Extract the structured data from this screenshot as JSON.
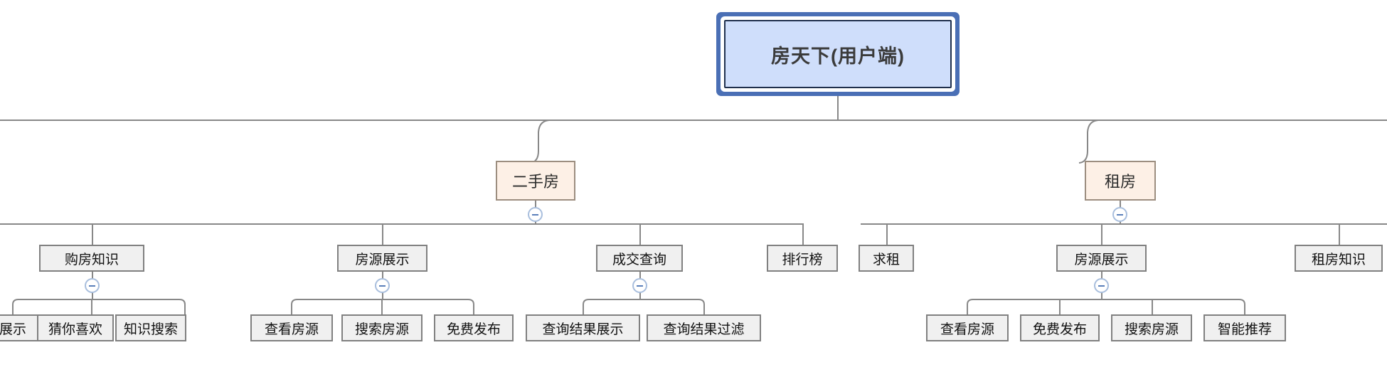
{
  "diagram": {
    "type": "mindmap-tree",
    "title": "房天下(用户端)",
    "colors": {
      "root_fill": "#cfdefb",
      "root_outer_border": "#4a6fb5",
      "level2_fill": "#fdf0e6",
      "level2_border": "#9c8e80",
      "node_fill": "#f0f0f0",
      "node_border": "#808080",
      "connector": "#888888",
      "collapse_border": "#a8bedd",
      "collapse_minus": "#5a7fba"
    },
    "root": {
      "label": "房天下(用户端)"
    },
    "level2": [
      {
        "label": "二手房",
        "collapse_icon": "minus-circle-icon"
      },
      {
        "label": "租房",
        "collapse_icon": "minus-circle-icon"
      }
    ],
    "level3": [
      {
        "label": "购房知识",
        "collapse_icon": "minus-circle-icon",
        "has_collapse": true
      },
      {
        "label": "房源展示",
        "collapse_icon": "minus-circle-icon",
        "has_collapse": true
      },
      {
        "label": "成交查询",
        "collapse_icon": "minus-circle-icon",
        "has_collapse": true
      },
      {
        "label": "排行榜",
        "has_collapse": false
      },
      {
        "label": "求租",
        "has_collapse": false
      },
      {
        "label": "房源展示",
        "collapse_icon": "minus-circle-icon",
        "has_collapse": true
      },
      {
        "label": "租房知识",
        "has_collapse": false
      }
    ],
    "leaves": [
      {
        "label": "展示",
        "truncated": true
      },
      {
        "label": "猜你喜欢"
      },
      {
        "label": "知识搜索"
      },
      {
        "label": "查看房源"
      },
      {
        "label": "搜索房源"
      },
      {
        "label": "免费发布"
      },
      {
        "label": "查询结果展示"
      },
      {
        "label": "查询结果过滤"
      },
      {
        "label": "查看房源"
      },
      {
        "label": "免费发布"
      },
      {
        "label": "搜索房源"
      },
      {
        "label": "智能推荐"
      }
    ]
  }
}
